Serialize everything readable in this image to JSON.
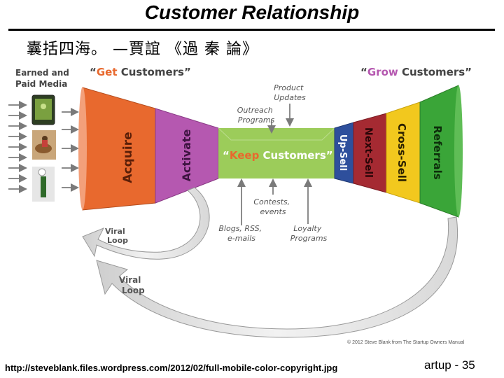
{
  "slide": {
    "title": "Customer Relationship",
    "subtitle": "囊括四海。 —賈誼 《過 秦 論》",
    "source_url": "http://steveblank.files.wordpress.com/2012/02/full-mobile-color-copyright.jpg",
    "page_number": "artup - 35"
  },
  "diagram": {
    "earned_media": [
      "Earned and",
      "Paid Media"
    ],
    "get_customers": {
      "open_quote": "“",
      "strong": "Get",
      "rest": " Customers”"
    },
    "grow_customers": {
      "open_quote": "“",
      "strong": "Grow",
      "rest": " Customers”"
    },
    "keep_customers": {
      "open_quote": "“",
      "strong": "Keep",
      "rest": " Customers”"
    },
    "acquire": "Acquire",
    "activate": "Activate",
    "up_sell": "Up-Sell",
    "next_sell": "Next-Sell",
    "cross_sell": "Cross-Sell",
    "referrals": "Referrals",
    "product_updates": [
      "Product",
      "Updates"
    ],
    "outreach_programs": [
      "Outreach",
      "Programs"
    ],
    "contests_events": [
      "Contests,",
      "events"
    ],
    "blogs_rss": [
      "Blogs, RSS,",
      "e-mails"
    ],
    "loyalty_programs": [
      "Loyalty",
      "Programs"
    ],
    "viral_loop_small": [
      "Viral",
      "Loop"
    ],
    "viral_loop_large": [
      "Viral",
      "Loop"
    ],
    "copyright": "© 2012 Steve Blank from The Startup Owners Manual"
  },
  "colors": {
    "acquire": "#e8692e",
    "activate": "#b558b0",
    "keep": "#9ccc5a",
    "up_sell": "#2e4f9c",
    "next_sell": "#a52a32",
    "cross_sell": "#f2c81e",
    "referrals": "#3aa538",
    "get_accent": "#e8692e",
    "grow_accent": "#b558b0",
    "keep_accent": "#e8692e",
    "arrow": "#7a7a7a",
    "label": "#555555"
  },
  "icons": [
    "phone-icon",
    "horse-rider-photo-icon",
    "champagne-photo-icon"
  ]
}
